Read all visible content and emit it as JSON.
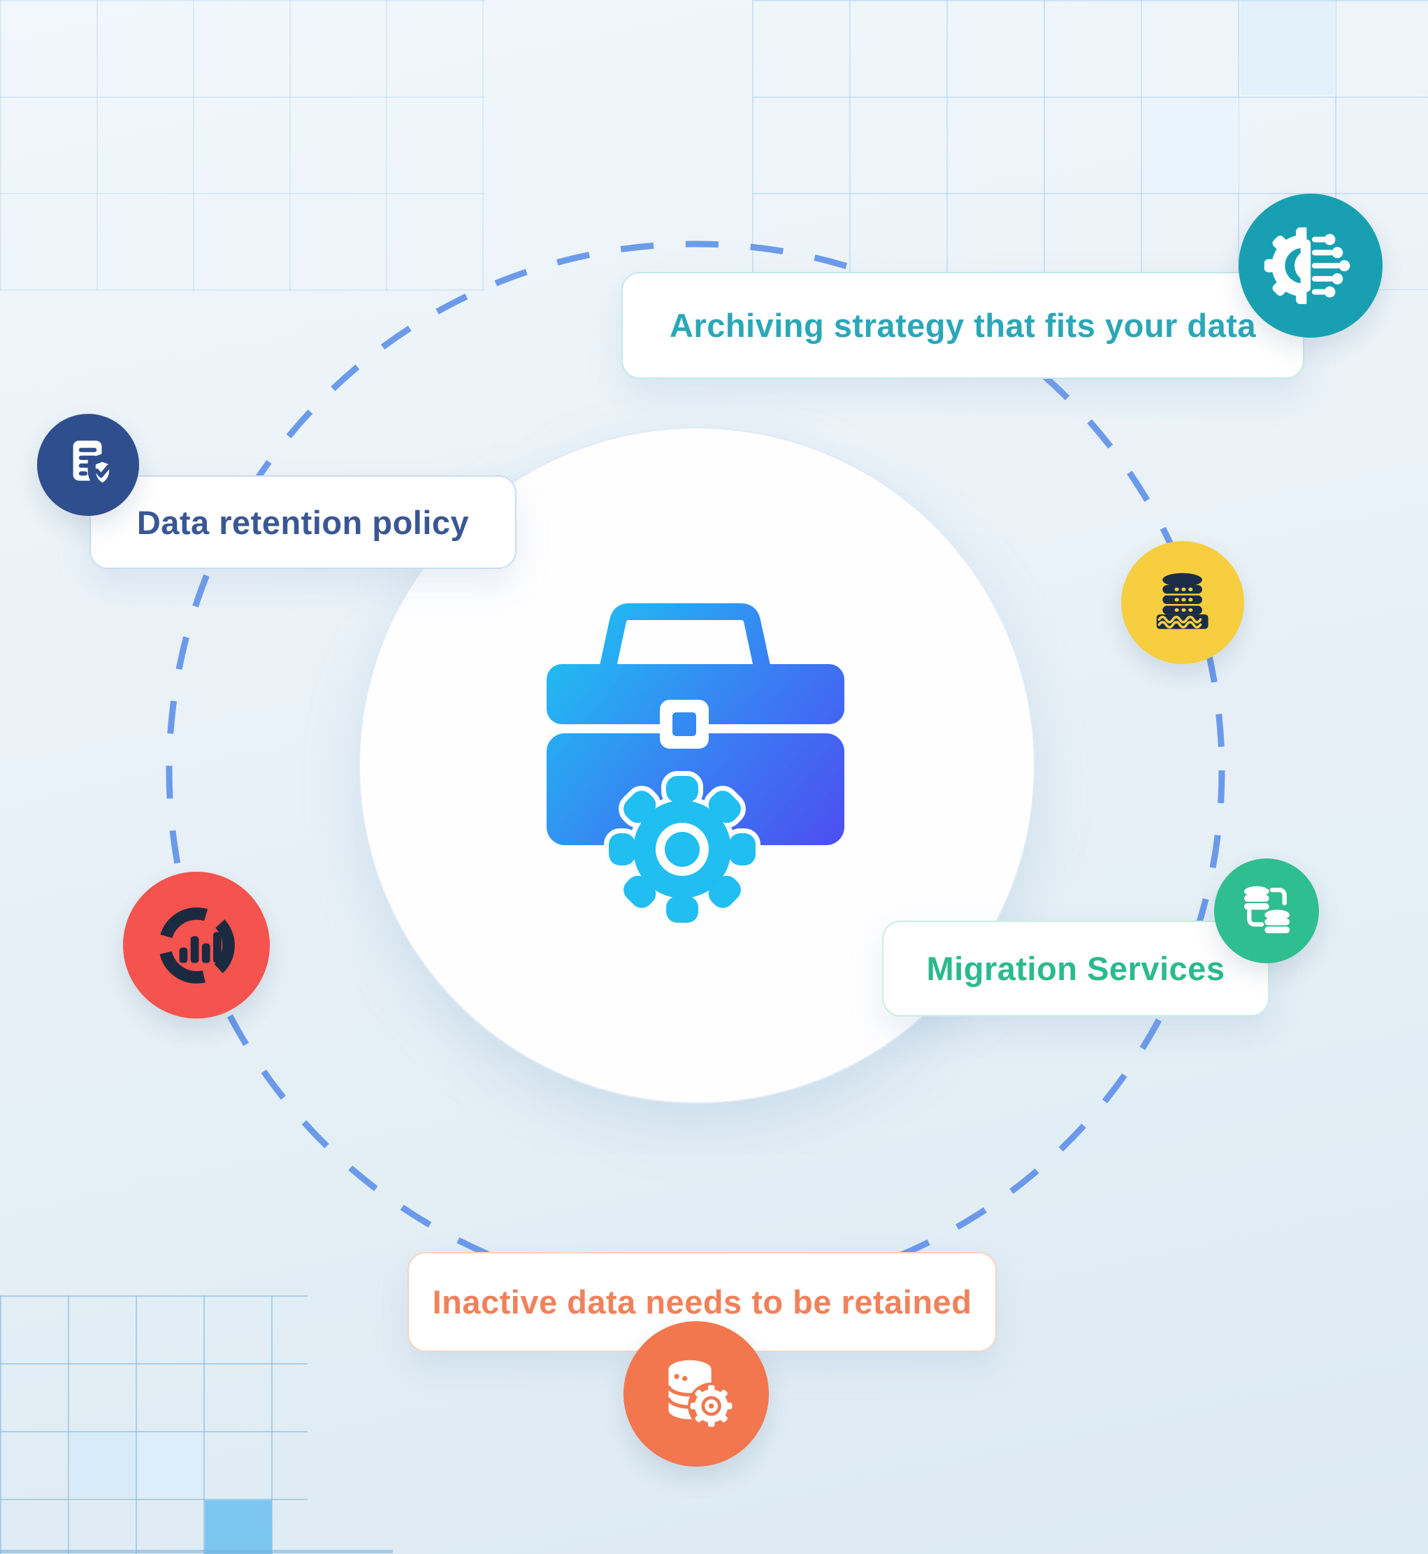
{
  "diagram_title": "Data archiving services infographic",
  "background": {
    "base_gradient": [
      "#F1F7FB",
      "#DCEAF3"
    ],
    "grid_line_color": "#AFD3EF",
    "grid_accent_cell_color": "#7CC5F0",
    "grid_tint_cell_color": "#D8EBF9"
  },
  "ring": {
    "style": "dashed",
    "color": "#6193E9"
  },
  "center": {
    "icon": "briefcase-gear-icon",
    "gradient_start": "#20BEF1",
    "gradient_end": "#4F46EF",
    "circle_color": "#FFFFFF"
  },
  "callouts": [
    {
      "id": "archiving",
      "label": "Archiving strategy that fits your data",
      "text_color": "#2BA7B8",
      "border_color": "#C4E7EC",
      "icon": "gear-circuit-icon",
      "icon_bg": "#18A0B2"
    },
    {
      "id": "retention",
      "label": "Data retention policy",
      "text_color": "#3A5795",
      "border_color": "#CBDCF3",
      "icon": "document-shield-icon",
      "icon_bg": "#2F4E8D"
    },
    {
      "id": "migration",
      "label": "Migration Services",
      "text_color": "#2BBA8C",
      "border_color": "#C8F0DE",
      "icon": "database-transfer-icon",
      "icon_bg": "#2FBE8F"
    },
    {
      "id": "inactive",
      "label": "Inactive data needs to be retained",
      "text_color": "#F0815B",
      "border_color": "#F9D3BE",
      "icon": "database-gear-icon",
      "icon_bg": "#F2774E"
    }
  ],
  "badges": [
    {
      "id": "data-lake",
      "icon": "database-waves-icon",
      "bg": "#F6CE3F",
      "glyph_color": "#1B2C47"
    },
    {
      "id": "analytics",
      "icon": "donut-bar-chart-icon",
      "bg": "#F4534E",
      "glyph_color": "#1B2A40"
    }
  ]
}
